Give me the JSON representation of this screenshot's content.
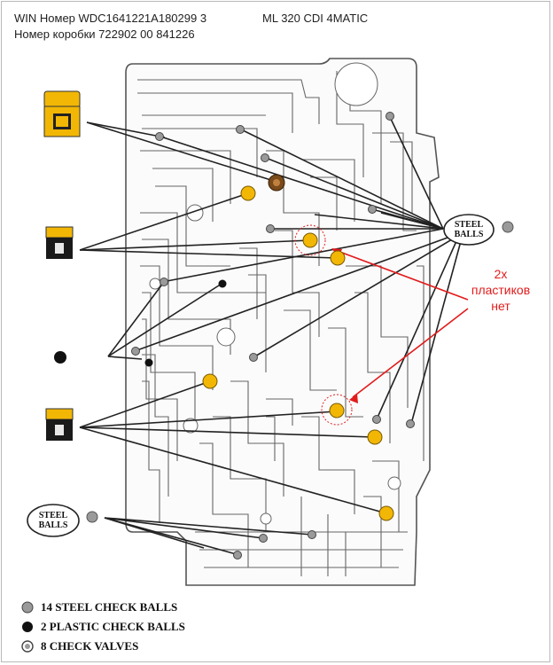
{
  "header": {
    "vin_line": "WIN Номер WDC1641221A180299 3",
    "model": "ML 320 CDI 4MATIC",
    "box_number": "Номер коробки 722902 00 841226"
  },
  "steel_balls_label_top": "STEEL BALLS",
  "steel_balls_label_bottom": "STEEL BALLS",
  "annotation": {
    "count": "2x",
    "word1": "пластиков",
    "word2": "нет"
  },
  "legend": {
    "steel": "14 STEEL CHECK BALLS",
    "plastic": "2 PLASTIC CHECK BALLS",
    "valves": "8 CHECK VALVES"
  },
  "colors": {
    "accent_red": "#e21b1b",
    "check_valve_yellow": "#f2b705",
    "steel_ball": "#8a8a8a",
    "plastic_ball": "#111111"
  },
  "icons": [
    "check-valve-large-icon",
    "check-valve-small-icon",
    "plastic-ball-icon",
    "steel-ball-icon"
  ]
}
